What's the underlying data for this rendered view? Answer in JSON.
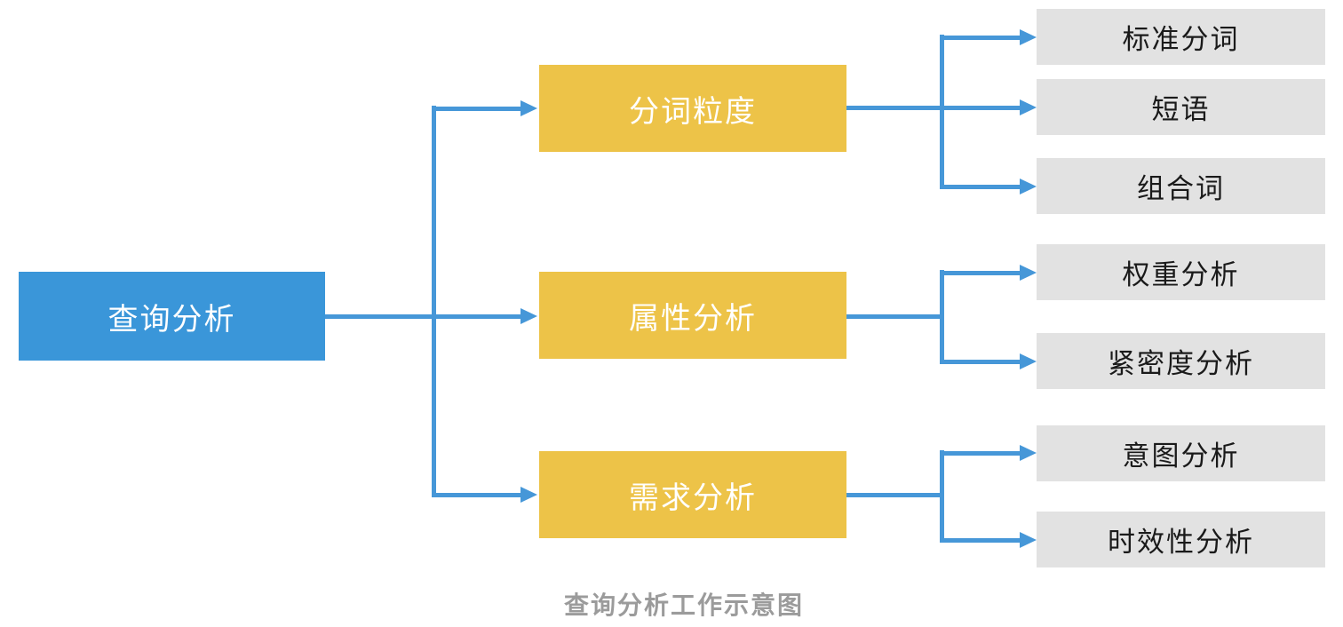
{
  "diagram": {
    "root": {
      "label": "查询分析"
    },
    "branches": [
      {
        "label": "分词粒度",
        "children": [
          "标准分词",
          "短语",
          "组合词"
        ]
      },
      {
        "label": "属性分析",
        "children": [
          "权重分析",
          "紧密度分析"
        ]
      },
      {
        "label": "需求分析",
        "children": [
          "意图分析",
          "时效性分析"
        ]
      }
    ],
    "caption": "查询分析工作示意图"
  },
  "colors": {
    "root_fill": "#3A96D9",
    "branch_fill": "#EDC348",
    "leaf_fill": "#E2E2E2",
    "connector": "#4697D8",
    "node_text": "#FFFFFF",
    "leaf_text": "#1A1A1A",
    "caption_text": "#9B9B9B",
    "background": "#FFFFFF"
  }
}
